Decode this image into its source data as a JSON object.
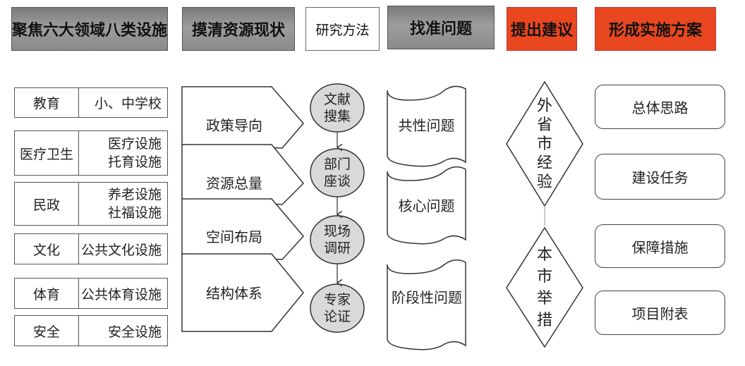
{
  "headers": [
    "聚焦六大领域八类设施",
    "摸清资源现状",
    "研究方法",
    "找准问题",
    "提出建议",
    "形成实施方案"
  ],
  "facilities": [
    {
      "domain": "教育",
      "items": [
        "小、中学校"
      ]
    },
    {
      "domain": "医疗卫生",
      "items": [
        "医疗设施",
        "托育设施"
      ]
    },
    {
      "domain": "民政",
      "items": [
        "养老设施",
        "社福设施"
      ]
    },
    {
      "domain": "文化",
      "items": [
        "公共文化设施"
      ]
    },
    {
      "domain": "体育",
      "items": [
        "公共体育设施"
      ]
    },
    {
      "domain": "安全",
      "items": [
        "安全设施"
      ]
    }
  ],
  "status": [
    "政策导向",
    "资源总量",
    "空间布局",
    "结构体系"
  ],
  "methods": [
    [
      "文献",
      "搜集"
    ],
    [
      "部门",
      "座谈"
    ],
    [
      "现场",
      "调研"
    ],
    [
      "专家",
      "论证"
    ]
  ],
  "problems": [
    "共性问题",
    "核心问题",
    "阶段性问题"
  ],
  "suggestions": [
    [
      "外",
      "省",
      "市",
      "经",
      "验"
    ],
    [
      "本",
      "市",
      "举",
      "措"
    ]
  ],
  "plan": [
    "总体思路",
    "建设任务",
    "保障措施",
    "项目附表"
  ],
  "colors": {
    "gray": "#8a8a8a",
    "orange": "#e8471f",
    "circle": "#d9d9d9"
  }
}
